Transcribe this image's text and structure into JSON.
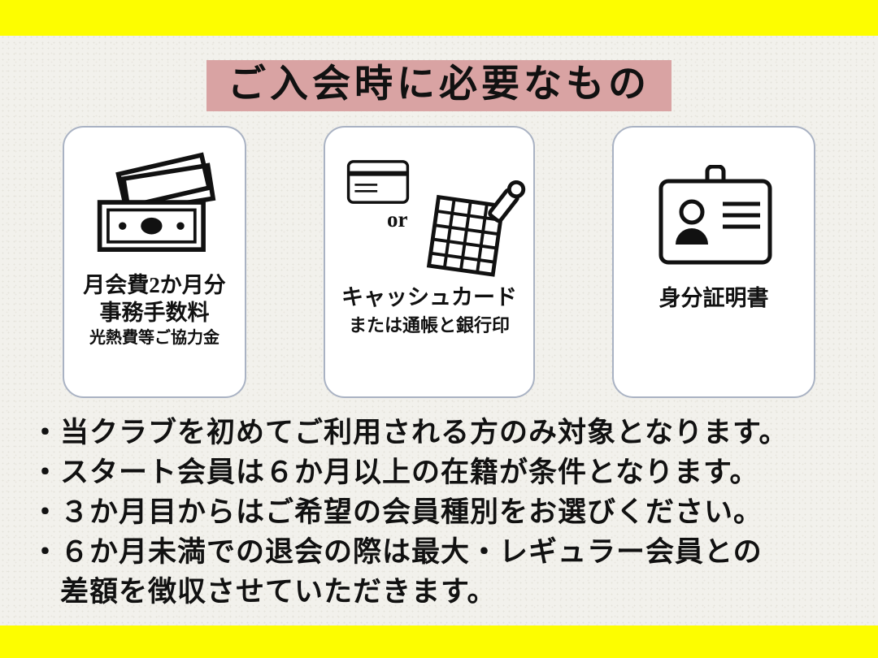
{
  "title": {
    "text": "ご入会時に必要なもの"
  },
  "colors": {
    "accent_yellow": "#fdfd00",
    "title_highlight": "#d9a3a3",
    "card_border": "#a9b2c3",
    "background": "#f2f1ec",
    "text": "#111111"
  },
  "cards": [
    {
      "name": "monthly-fees",
      "icon": "banknotes-icon",
      "lines": [
        "月会費2か月分",
        "事務手数料",
        "光熱費等ご協力金"
      ]
    },
    {
      "name": "bank-items",
      "icon": "credit-card-and-passbook-icon",
      "or_label": "or",
      "lines": [
        "キャッシュカード",
        "または通帳と銀行印"
      ]
    },
    {
      "name": "identification",
      "icon": "id-card-icon",
      "lines": [
        "身分証明書"
      ]
    }
  ],
  "notes": [
    "・当クラブを初めてご利用される方のみ対象となります。",
    "・スタート会員は６か月以上の在籍が条件となります。",
    "・３か月目からはご希望の会員種別をお選びください。",
    "・６か月未満での退会の際は最大・レギュラー会員との",
    "差額を徴収させていただきます。"
  ]
}
